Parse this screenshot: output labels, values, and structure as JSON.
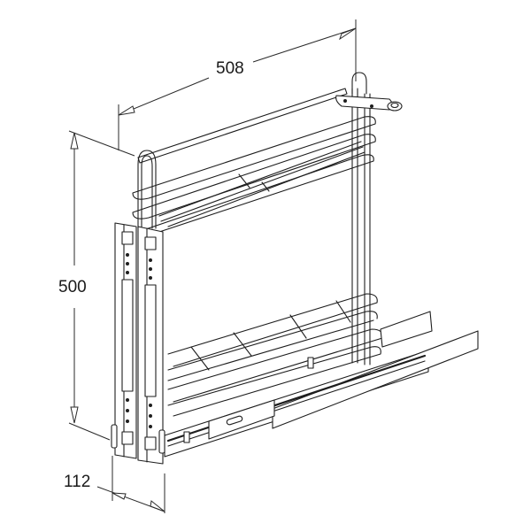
{
  "diagram": {
    "subject": "pull-out wire basket unit with two shelves and telescopic runners",
    "background_color": "#ffffff",
    "line_color": "#1e1e1e"
  },
  "dimensions": {
    "width": {
      "label": "508",
      "orientation": "diagonal-top"
    },
    "height": {
      "label": "500",
      "orientation": "vertical-left"
    },
    "depth": {
      "label": "112",
      "orientation": "bottom-left"
    }
  }
}
